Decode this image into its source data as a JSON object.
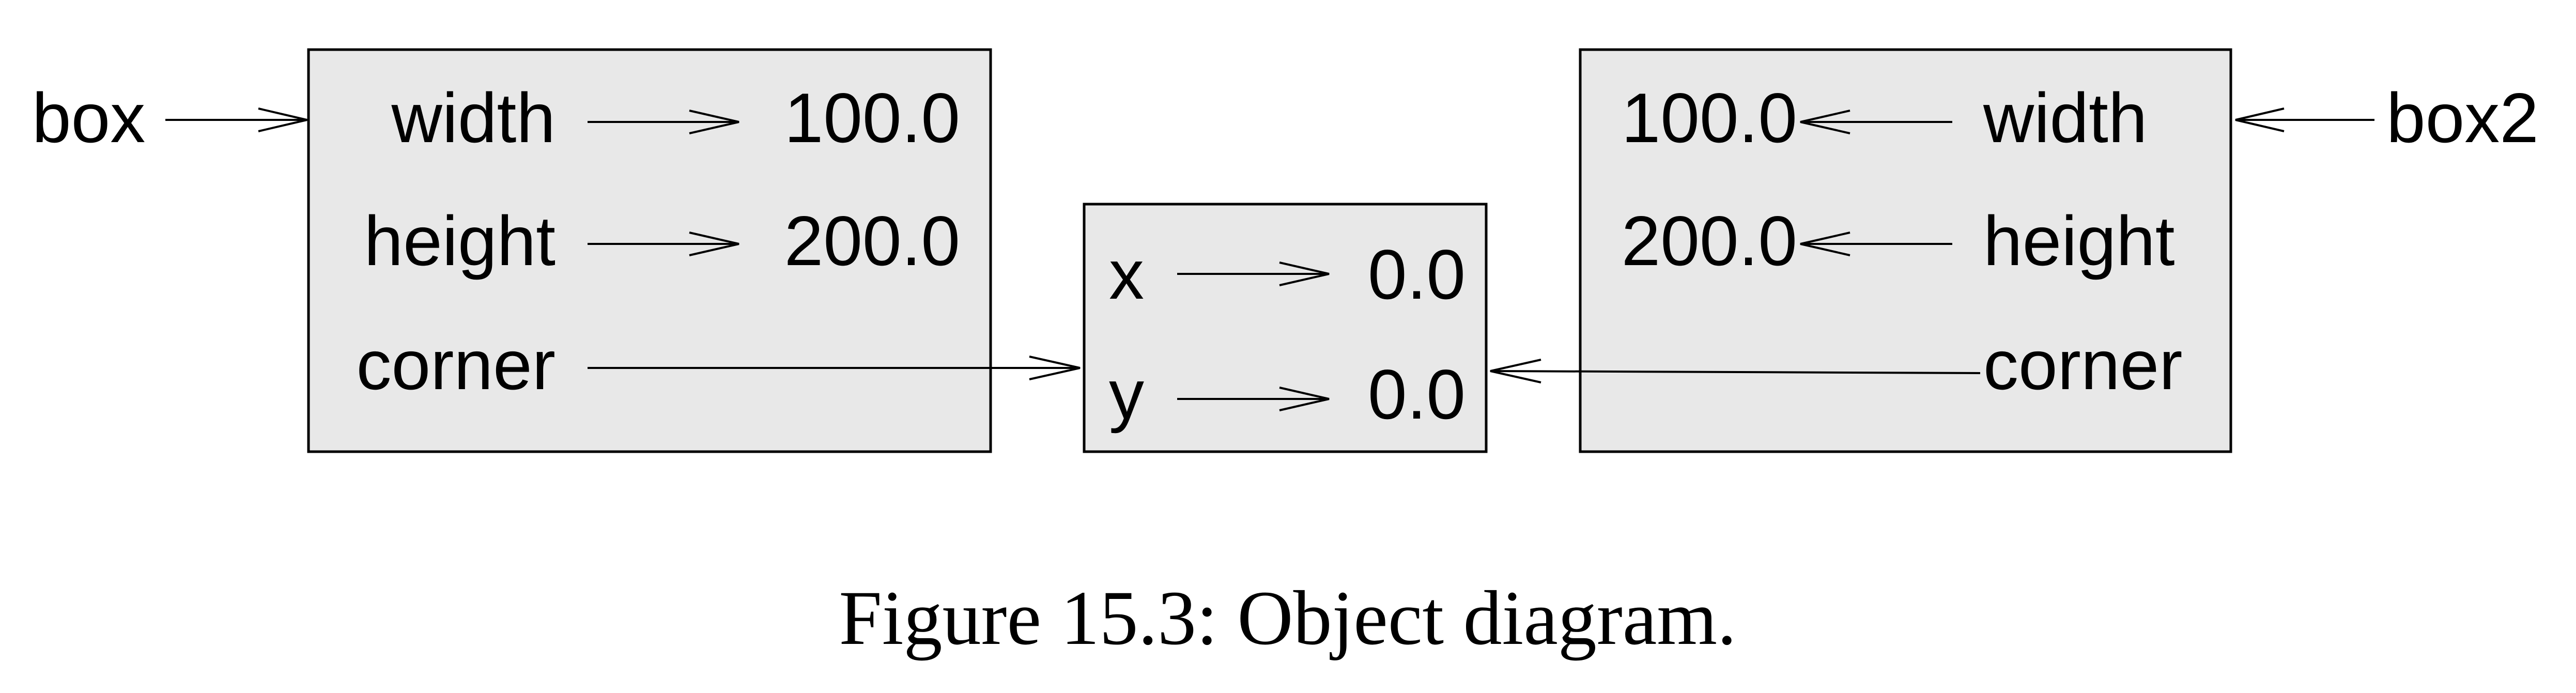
{
  "left_var": "box",
  "right_var": "box2",
  "left_object": {
    "width_label": "width",
    "width_value": "100.0",
    "height_label": "height",
    "height_value": "200.0",
    "corner_label": "corner"
  },
  "point_object": {
    "x_label": "x",
    "x_value": "0.0",
    "y_label": "y",
    "y_value": "0.0"
  },
  "right_object": {
    "width_label": "width",
    "width_value": "100.0",
    "height_label": "height",
    "height_value": "200.0",
    "corner_label": "corner"
  },
  "caption": "Figure 15.3: Object diagram."
}
